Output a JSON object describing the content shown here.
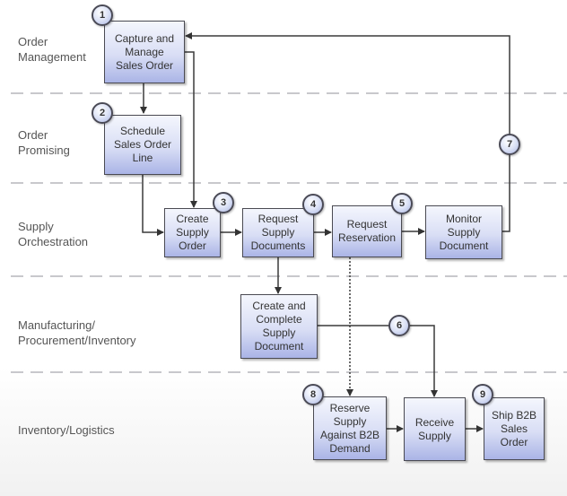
{
  "diagram": {
    "title": "Back-to-Back Order Fulfillment Flow",
    "colors": {
      "box_fill_top": "#f4f6fd",
      "box_fill_bottom": "#aab4e6",
      "box_border": "#4a4a52",
      "connector": "#3a3a3a",
      "lane_divider": "#c8c8cc",
      "lane_label_text": "#555555"
    },
    "lanes": [
      {
        "id": "order-management",
        "label": "Order\nManagement"
      },
      {
        "id": "order-promising",
        "label": "Order\nPromising"
      },
      {
        "id": "supply-orchestration",
        "label": "Supply\nOrchestration"
      },
      {
        "id": "manufacturing",
        "label": "Manufacturing/\nProcurement/Inventory"
      },
      {
        "id": "inventory-logistics",
        "label": "Inventory/Logistics"
      }
    ],
    "steps": [
      {
        "id": "capture",
        "label": "Capture and\nManage\nSales Order",
        "badge": "1",
        "lane": "order-management"
      },
      {
        "id": "schedule",
        "label": "Schedule\nSales Order\nLine",
        "badge": "2",
        "lane": "order-promising"
      },
      {
        "id": "create-supply-order",
        "label": "Create\nSupply\nOrder",
        "badge": "3",
        "lane": "supply-orchestration"
      },
      {
        "id": "request-supply-docs",
        "label": "Request\nSupply\nDocuments",
        "badge": "4",
        "lane": "supply-orchestration"
      },
      {
        "id": "request-reservation",
        "label": "Request\nReservation",
        "badge": "5",
        "lane": "supply-orchestration"
      },
      {
        "id": "monitor",
        "label": "Monitor\nSupply\nDocument",
        "badge": "",
        "lane": "supply-orchestration"
      },
      {
        "id": "create-complete",
        "label": "Create and\nComplete\nSupply\nDocument",
        "badge": "",
        "lane": "manufacturing"
      },
      {
        "id": "reserve",
        "label": "Reserve\nSupply\nAgainst B2B\nDemand",
        "badge": "8",
        "lane": "inventory-logistics"
      },
      {
        "id": "receive",
        "label": "Receive\nSupply",
        "badge": "",
        "lane": "inventory-logistics"
      },
      {
        "id": "ship",
        "label": "Ship B2B\nSales\nOrder",
        "badge": "9",
        "lane": "inventory-logistics"
      }
    ],
    "connector_badges": [
      {
        "id": "badge-6",
        "label": "6",
        "on": "create-complete -> receive"
      },
      {
        "id": "badge-7",
        "label": "7",
        "on": "monitor -> capture"
      }
    ],
    "connectors": [
      {
        "from": "capture",
        "to": "schedule",
        "style": "solid"
      },
      {
        "from": "capture",
        "to": "create-supply-order",
        "style": "solid"
      },
      {
        "from": "schedule",
        "to": "create-supply-order",
        "style": "solid"
      },
      {
        "from": "create-supply-order",
        "to": "request-supply-docs",
        "style": "solid"
      },
      {
        "from": "request-supply-docs",
        "to": "request-reservation",
        "style": "solid"
      },
      {
        "from": "request-reservation",
        "to": "monitor",
        "style": "solid"
      },
      {
        "from": "monitor",
        "to": "capture",
        "style": "solid"
      },
      {
        "from": "request-supply-docs",
        "to": "create-complete",
        "style": "solid"
      },
      {
        "from": "create-complete",
        "to": "receive",
        "style": "solid"
      },
      {
        "from": "request-reservation",
        "to": "reserve",
        "style": "dotted"
      },
      {
        "from": "reserve",
        "to": "receive",
        "style": "solid"
      },
      {
        "from": "receive",
        "to": "ship",
        "style": "solid"
      }
    ]
  }
}
